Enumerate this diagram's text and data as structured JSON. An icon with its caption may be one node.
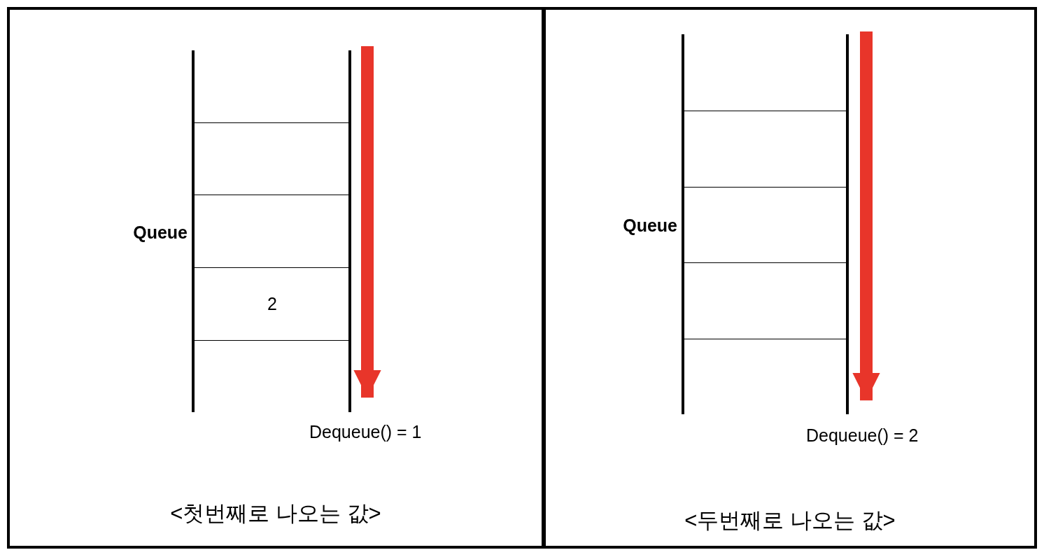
{
  "diagram": {
    "nodes": [
      {
        "text": [
          "<첫번째로 나오는 값>"
        ]
      },
      {
        "text": [
          "Queue"
        ],
        "in": 0
      },
      {
        "text": [],
        "shape": "box",
        "in": 1
      },
      {
        "text": [],
        "shape": "box",
        "in": 1
      },
      {
        "text": [],
        "shape": "box",
        "in": 1
      },
      {
        "text": [
          "2"
        ],
        "in": 1
      },
      {
        "text": [],
        "shape": "box",
        "in": 1
      },
      {
        "text": [
          "Dequeue() = 1"
        ],
        "in": 0
      },
      {
        "text": [
          "<두번째로 나오는 값>"
        ]
      },
      {
        "text": [
          "Queue"
        ],
        "in": 8
      },
      {
        "text": [],
        "shape": "box",
        "in": 9
      },
      {
        "text": [],
        "shape": "box",
        "in": 9
      },
      {
        "text": [],
        "shape": "box",
        "in": 9
      },
      {
        "text": [],
        "shape": "box",
        "in": 9
      },
      {
        "text": [],
        "shape": "box",
        "in": 9
      },
      {
        "text": [
          "Dequeue() = 2"
        ],
        "in": 8
      }
    ],
    "edges": [
      {
        "from": null,
        "to": 7,
        "arrow": "to",
        "color": "#e8352a"
      },
      {
        "from": null,
        "to": 15,
        "arrow": "to",
        "color": "#e8352a"
      }
    ]
  }
}
